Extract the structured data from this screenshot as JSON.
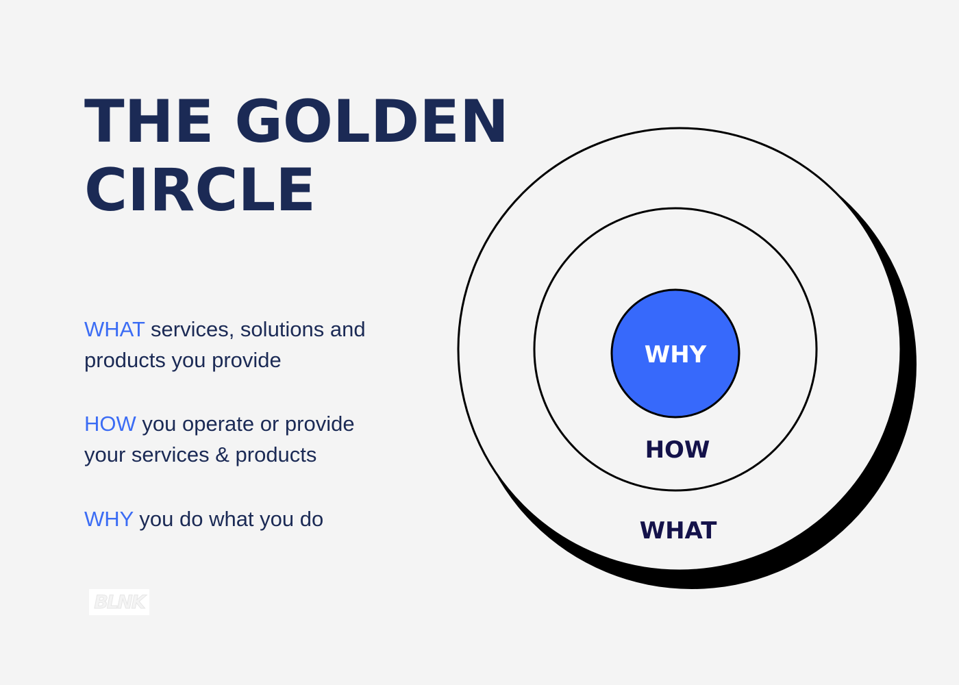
{
  "title": {
    "line1": "THE GOLDEN",
    "line2": "CIRCLE"
  },
  "items": {
    "what": {
      "keyword": "WHAT",
      "line1": " services, solutions and",
      "line2": "products you provide"
    },
    "how": {
      "keyword": "HOW",
      "line1": " you operate or provide",
      "line2": "your services & products"
    },
    "why": {
      "keyword": "WHY",
      "line1": " you do what you do"
    }
  },
  "diagram": {
    "inner_label": "WHY",
    "middle_label": "HOW",
    "outer_label": "WHAT"
  },
  "logo": {
    "text": "BLNK"
  },
  "colors": {
    "background": "#f4f4f4",
    "title": "#1b2a55",
    "accent": "#3b6cf4",
    "ring_label": "#14124a",
    "stroke": "#000000"
  }
}
